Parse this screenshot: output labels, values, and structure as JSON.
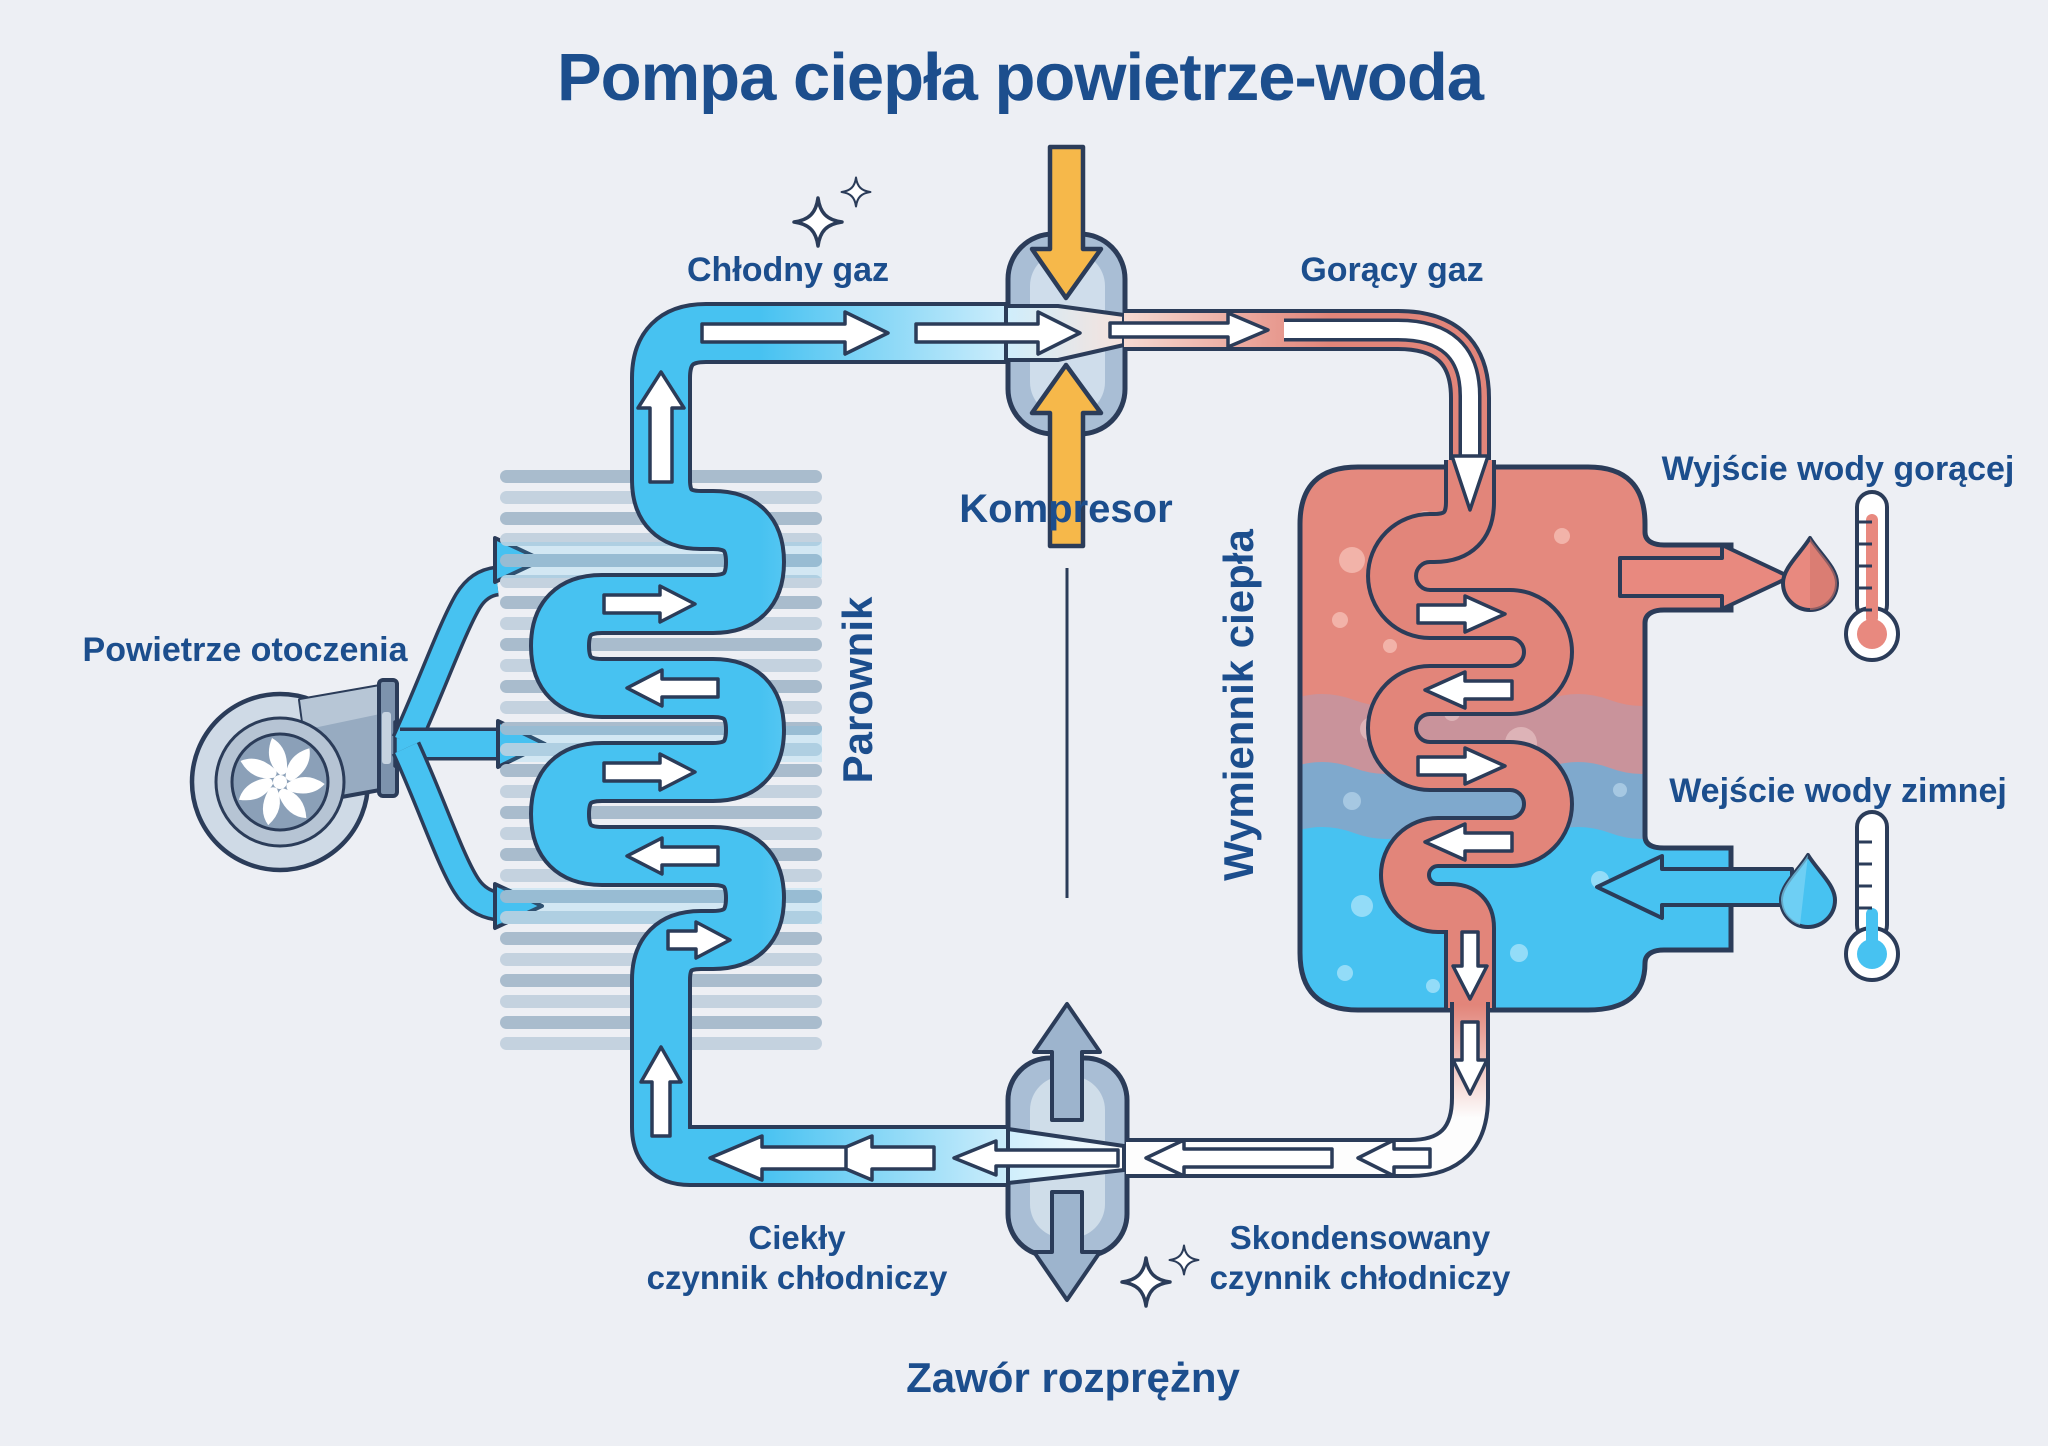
{
  "title": {
    "text": "Pompa ciepła powietrze-woda"
  },
  "labels": {
    "cold_gas": "Chłodny gaz",
    "hot_gas": "Gorący gaz",
    "compressor": "Kompresor",
    "ambient_air": "Powietrze otoczenia",
    "evaporator": "Parownik",
    "heat_exchanger": "Wymiennik ciepła",
    "hot_water_outlet": "Wyjście wody gorącej",
    "cold_water_inlet": "Wejście wody zimnej",
    "liquid_refrigerant": {
      "line1": "Ciekły",
      "line2": "czynnik chłodniczy"
    },
    "condensed_refrigerant": {
      "line1": "Skondensowany",
      "line2": "czynnik chłodniczy"
    },
    "expansion_valve": "Zawór rozprężny"
  },
  "colors": {
    "background": "#edeff4",
    "label_text": "#1c4e8d",
    "outline": "#2b3c59",
    "cold_refrigerant": "#47c2f1",
    "hot_refrigerant": "#e8897f",
    "energy_arrow_orange": "#f6b84a",
    "valve_arrow_gray": "#9db4cd",
    "machine_body": "#a9bed5",
    "machine_body_inner": "#cfddeb",
    "fin_dark": "#a9bccd",
    "fin_light": "#c4d2df",
    "tank_zone_hot": "#e4897e",
    "tank_zone_warm": "#c9939b",
    "tank_zone_cool": "#7fa9cd",
    "tank_zone_cold": "#47c2f1"
  },
  "icons": {
    "fan": "fan-icon",
    "sparkles": "sparkle-icon",
    "hot_droplet": "hot-droplet-icon",
    "cold_droplet": "cold-droplet-icon",
    "hot_thermometer": "hot-thermometer-icon",
    "cold_thermometer": "cold-thermometer-icon"
  }
}
